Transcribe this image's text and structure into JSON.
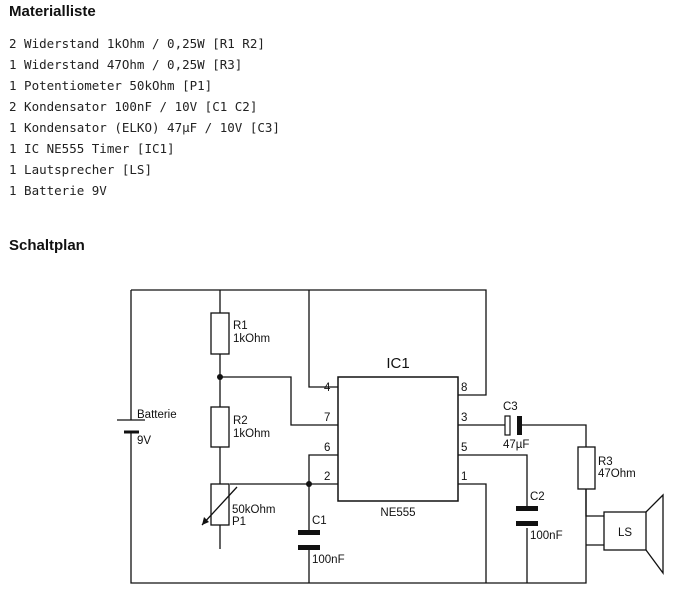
{
  "materialliste": {
    "title": "Materialliste",
    "items": [
      "2 Widerstand 1kOhm / 0,25W [R1 R2]",
      "1 Widerstand 47Ohm / 0,25W [R3]",
      "1 Potentiometer 50kOhm [P1]",
      "2 Kondensator 100nF / 10V [C1 C2]",
      "1 Kondensator (ELKO) 47µF / 10V [C3]",
      "1 IC NE555 Timer [IC1]",
      "1 Lautsprecher [LS]",
      "1 Batterie 9V"
    ]
  },
  "schaltplan": {
    "title": "Schaltplan",
    "ic": {
      "name": "IC1",
      "type": "NE555",
      "pins": [
        "4",
        "7",
        "6",
        "2",
        "8",
        "3",
        "5",
        "1"
      ]
    },
    "battery": {
      "label": "Batterie",
      "value": "9V"
    },
    "r1": {
      "name": "R1",
      "value": "1kOhm"
    },
    "r2": {
      "name": "R2",
      "value": "1kOhm"
    },
    "p1": {
      "name": "P1",
      "value": "50kOhm"
    },
    "c1": {
      "name": "C1",
      "value": "100nF"
    },
    "c2": {
      "name": "C2",
      "value": "100nF"
    },
    "c3": {
      "name": "C3",
      "value": "47µF"
    },
    "r3": {
      "name": "R3",
      "value": "47Ohm"
    },
    "ls": {
      "name": "LS"
    }
  }
}
